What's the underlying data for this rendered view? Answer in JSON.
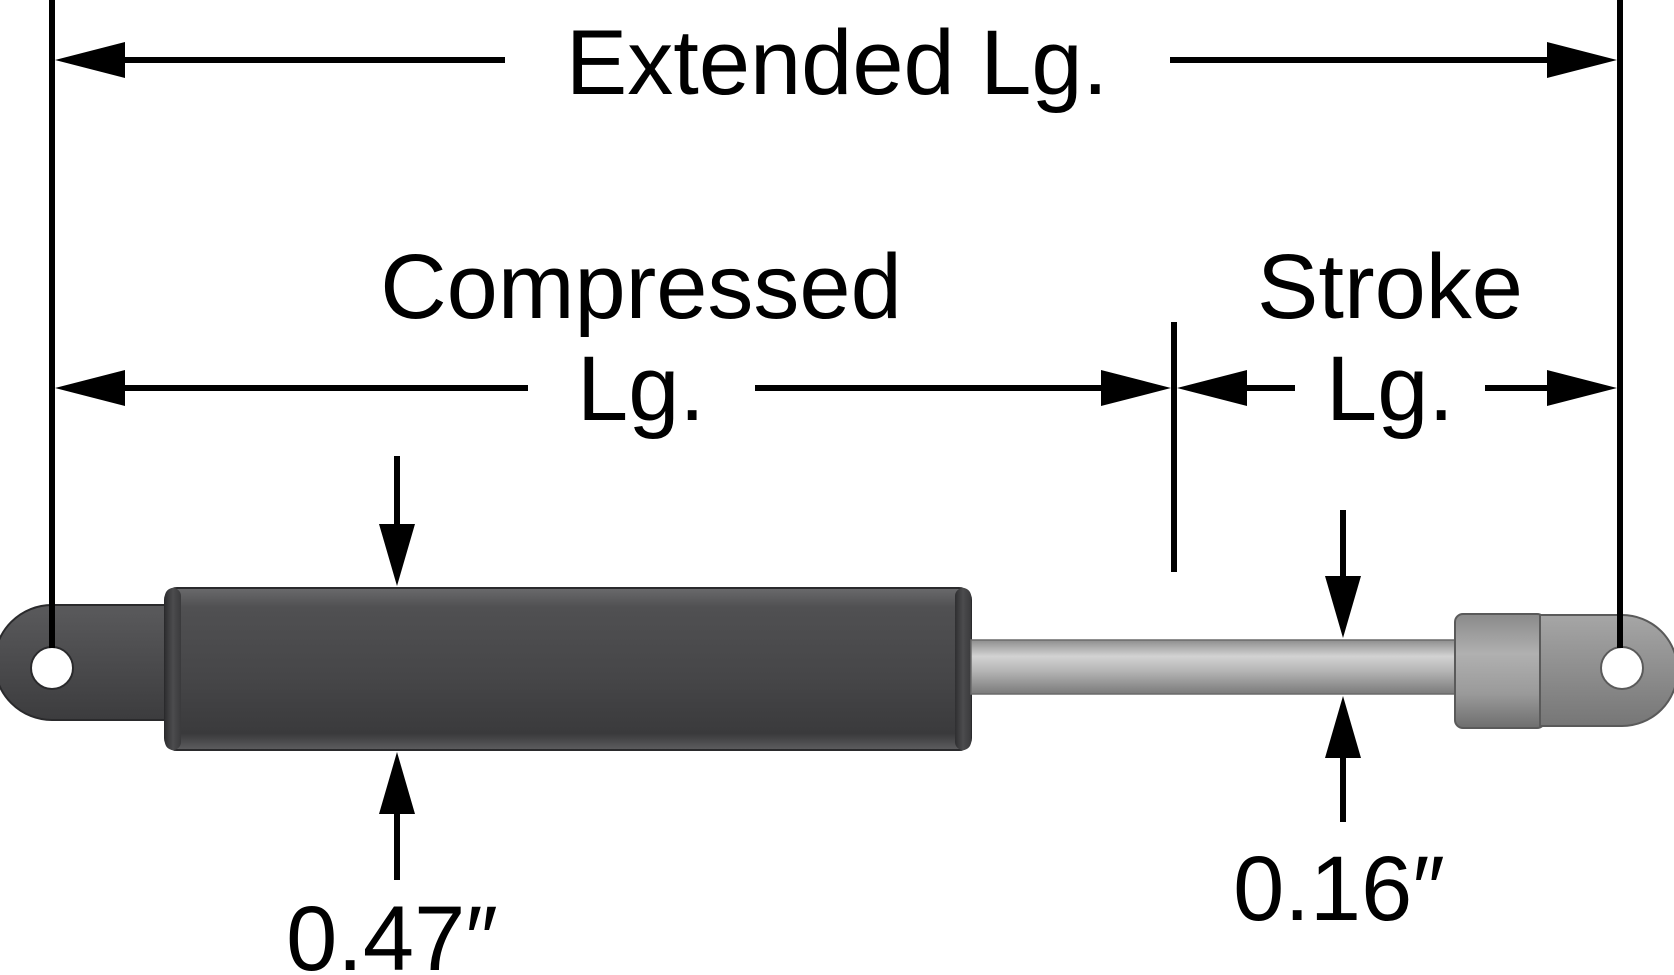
{
  "labels": {
    "extended": "Extended Lg.",
    "compressed_line1": "Compressed",
    "compressed_line2": "Lg.",
    "stroke_line1": "Stroke",
    "stroke_line2": "Lg.",
    "body_diameter": "0.47″",
    "rod_diameter": "0.16″"
  },
  "colors": {
    "ink": "#000000",
    "cylinder": "#4a4a4c",
    "rod": "#b3b3b3",
    "end_fitting": "#9a9a9a",
    "background": "#ffffff"
  }
}
